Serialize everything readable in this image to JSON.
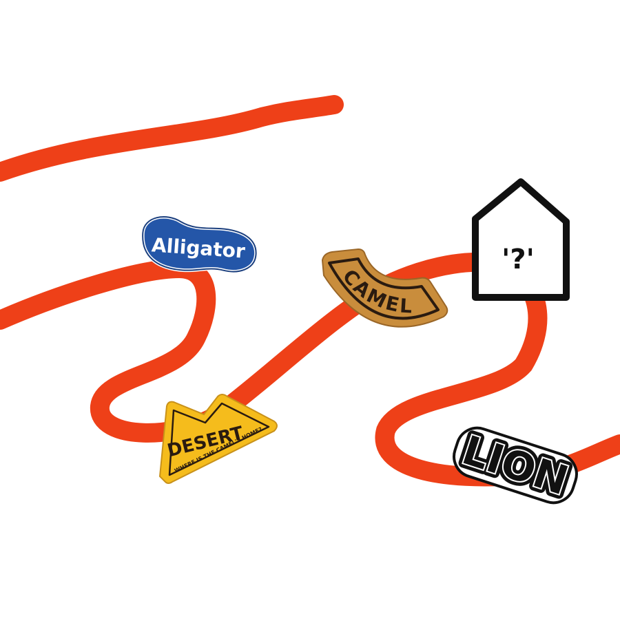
{
  "colors": {
    "path": "#ee4018",
    "alligator_badge": "#2456a8",
    "camel_badge": "#c98d3c",
    "desert_sign": "#f5bc1c",
    "outline": "#111111",
    "background": "#ffffff"
  },
  "stickers": {
    "alligator": {
      "label": "Alligator"
    },
    "camel": {
      "label": "CAMEL"
    },
    "desert": {
      "title": "DESERT",
      "subtitle": "WHERE IS THE CAMEL'S HOME?"
    },
    "lion": {
      "label": "LION"
    },
    "house": {
      "mark": "'?'",
      "icon": "house-icon"
    }
  }
}
